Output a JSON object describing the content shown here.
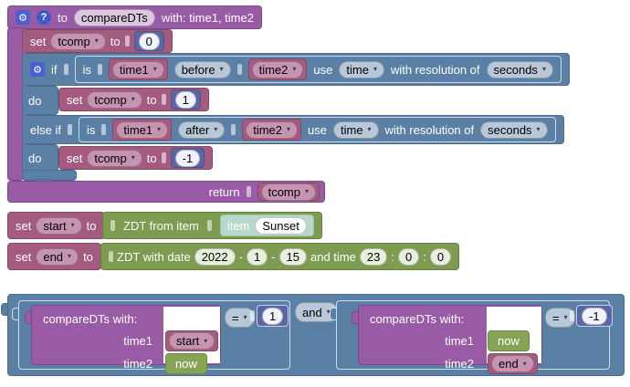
{
  "icons": {
    "gear": "⚙",
    "help": "?",
    "arrow": "▾"
  },
  "proc": {
    "to": "to",
    "name": "compareDTs",
    "params": "with: time1, time2",
    "init": {
      "set": "set",
      "var": "tcomp",
      "to": "to",
      "value": "0"
    },
    "if": {
      "if_label": "if",
      "do_label": "do",
      "elseif_label": "else if",
      "do2_label": "do",
      "cond1": {
        "is": "is",
        "left": "time1",
        "op": "before",
        "right": "time2",
        "use": "use",
        "source": "time",
        "res_label": "with resolution of",
        "res": "seconds"
      },
      "then1": {
        "set": "set",
        "var": "tcomp",
        "to": "to",
        "value": "1"
      },
      "cond2": {
        "is": "is",
        "left": "time1",
        "op": "after",
        "right": "time2",
        "use": "use",
        "source": "time",
        "res_label": "with resolution of",
        "res": "seconds"
      },
      "then2": {
        "set": "set",
        "var": "tcomp",
        "to": "to",
        "value": "-1"
      }
    },
    "ret": {
      "label": "return",
      "value": "tcomp"
    }
  },
  "set_start": {
    "set": "set",
    "var": "start",
    "to": "to",
    "expr": "ZDT from item",
    "item_label": "item",
    "item": "Sunset"
  },
  "set_end": {
    "set": "set",
    "var": "end",
    "to": "to",
    "expr": "ZDT with date",
    "year": "2022",
    "dash": "-",
    "month": "1",
    "day": "15",
    "time_label": "and time",
    "hour": "23",
    "colon": ":",
    "minute": "0",
    "second": "0"
  },
  "check": {
    "and_op": "and",
    "left": {
      "call": "compareDTs  with:",
      "t1": "time1",
      "t1v": "start",
      "t2": "time2",
      "t2v": "now",
      "op": "=",
      "expected": "1"
    },
    "right": {
      "call": "compareDTs  with:",
      "t1": "time1",
      "t1v": "now",
      "t2": "time2",
      "t2v": "end",
      "op": "=",
      "expected": "-1"
    }
  }
}
